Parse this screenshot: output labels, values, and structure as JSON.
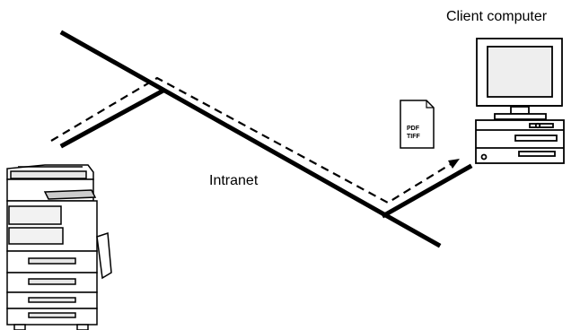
{
  "labels": {
    "client_computer": "Client computer",
    "network": "Intranet"
  },
  "document_icon": {
    "line1": "PDF",
    "line2": "TIFF"
  },
  "colors": {
    "line": "#000000",
    "background": "#ffffff"
  }
}
